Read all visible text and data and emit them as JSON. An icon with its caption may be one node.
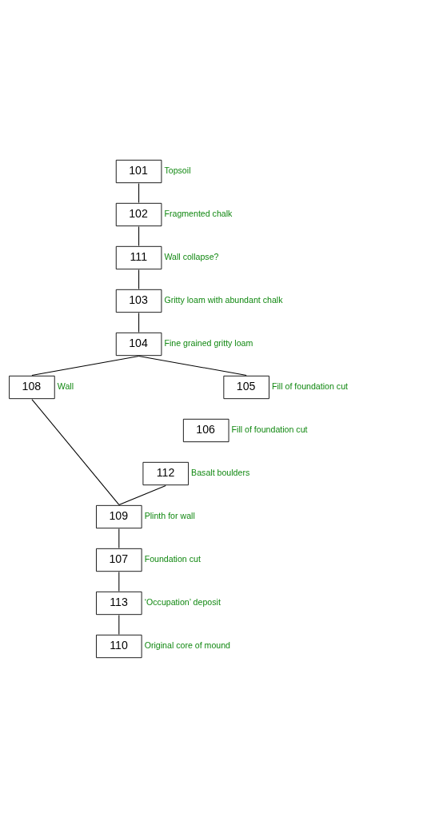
{
  "diagram": {
    "nodes": [
      {
        "text": [
          "101"
        ],
        "beside": [
          "Topsoil"
        ]
      },
      {
        "text": [
          "102"
        ],
        "beside": [
          "Fragmented chalk"
        ]
      },
      {
        "text": [
          "111"
        ],
        "beside": [
          "Wall collapse?"
        ]
      },
      {
        "text": [
          "103"
        ],
        "beside": [
          "Gritty loam with abundant chalk"
        ]
      },
      {
        "text": [
          "104"
        ],
        "beside": [
          "Fine grained gritty loam"
        ]
      },
      {
        "text": [
          "108"
        ],
        "beside": [
          "Wall"
        ]
      },
      {
        "text": [
          "105"
        ],
        "beside": [
          "Fill of foundation cut"
        ]
      },
      {
        "text": [
          "106"
        ],
        "beside": [
          "Fill of foundation cut"
        ]
      },
      {
        "text": [
          "112"
        ],
        "beside": [
          "Basalt boulders"
        ]
      },
      {
        "text": [
          "109"
        ],
        "beside": [
          "Plinth for wall"
        ]
      },
      {
        "text": [
          "107"
        ],
        "beside": [
          "Foundation cut"
        ]
      },
      {
        "text": [
          "113"
        ],
        "beside": [
          "‘Occupation’ deposit"
        ]
      },
      {
        "text": [
          "110"
        ],
        "beside": [
          "Original core of mound"
        ]
      }
    ],
    "edges": [
      {
        "from": 0,
        "to": 1,
        "arrow": "none"
      },
      {
        "from": 1,
        "to": 2,
        "arrow": "none"
      },
      {
        "from": 2,
        "to": 3,
        "arrow": "none"
      },
      {
        "from": 3,
        "to": 4,
        "arrow": "none"
      },
      {
        "from": 4,
        "to": 5,
        "arrow": "none"
      },
      {
        "from": 4,
        "to": 6,
        "arrow": "none"
      },
      {
        "from": 5,
        "to": 9,
        "arrow": "none"
      },
      {
        "from": 8,
        "to": 9,
        "arrow": "none"
      },
      {
        "from": 9,
        "to": 10,
        "arrow": "none"
      },
      {
        "from": 10,
        "to": 11,
        "arrow": "none"
      },
      {
        "from": 11,
        "to": 12,
        "arrow": "none"
      }
    ]
  }
}
